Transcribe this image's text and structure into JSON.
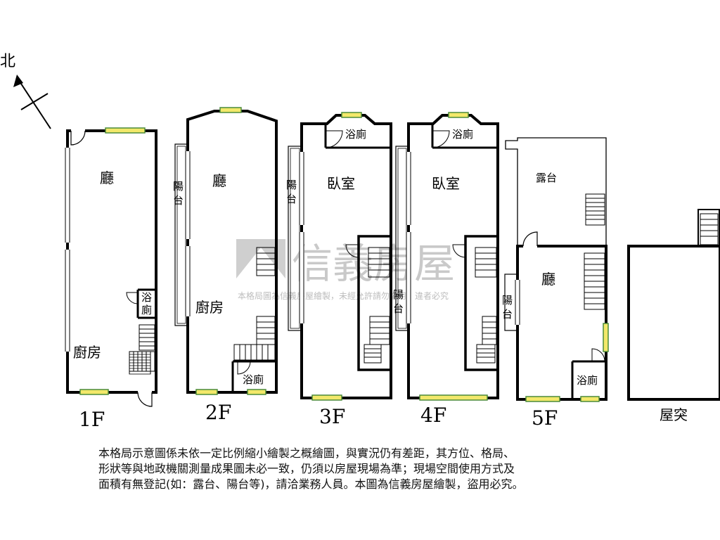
{
  "north_label": "北",
  "floors": [
    {
      "id": "1f",
      "label": "1F"
    },
    {
      "id": "2f",
      "label": "2F"
    },
    {
      "id": "3f",
      "label": "3F"
    },
    {
      "id": "4f",
      "label": "4F"
    },
    {
      "id": "5f",
      "label": "5F"
    },
    {
      "id": "roof",
      "label": "屋突"
    }
  ],
  "rooms": {
    "living": "廳",
    "kitchen": "廚房",
    "bath": "浴廁",
    "bath_top": "浴",
    "bath_bottom": "廁",
    "bedroom": "臥室",
    "balcony_top": "陽",
    "balcony_bottom": "台",
    "terrace": "露台"
  },
  "watermark": {
    "brand": "信義房屋",
    "notice": "本格局圖為信義房屋繪製，未經允許請勿盜用，違者必究"
  },
  "disclaimer": {
    "line1": "本格局示意圖係未依一定比例縮小繪製之概繪圖，與實況仍有差距，其方位、格局、",
    "line2": "形狀等與地政機關測量成果圖未必一致，仍須以房屋現場為準；現場空間使用方式及",
    "line3": "面積有無登記(如：露台、陽台等)，請洽業務人員。本圖為信義房屋繪製，盜用必究。"
  },
  "colors": {
    "wall": "#000000",
    "window": "#f2e86a",
    "window_edge": "#4a8a3a",
    "watermark": "#c9c9c9"
  }
}
